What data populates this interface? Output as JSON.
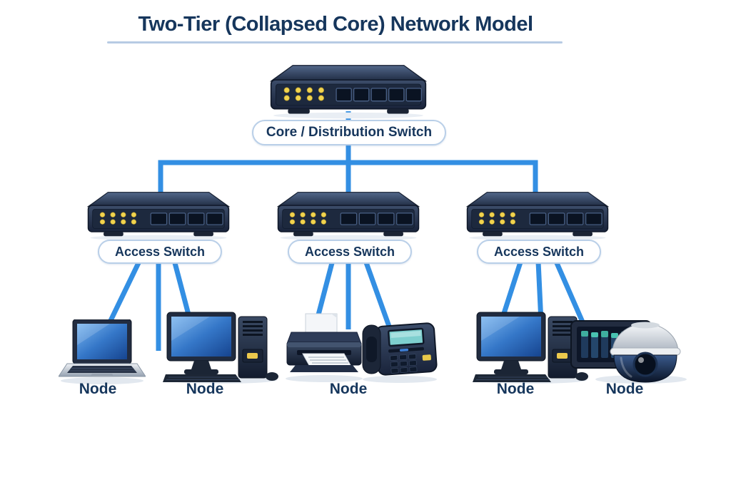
{
  "header": {
    "title": "Two-Tier (Collapsed Core) Network Model"
  },
  "colors": {
    "title_text": "#16365c",
    "label_text": "#16365c",
    "link_line": "#338fe3",
    "pill_border": "#b9cfe8",
    "pill_background": "#ffffff",
    "switch_body": "#1f2b42",
    "switch_led": "#f2d44e",
    "screen_blue": "#3577c8",
    "phone_lcd": "#7ecfcf"
  },
  "core_switch": {
    "label": "Core / Distribution Switch",
    "icon": "network-switch-icon"
  },
  "access_switches": [
    {
      "label": "Access Switch",
      "icon": "network-switch-icon"
    },
    {
      "label": "Access Switch",
      "icon": "network-switch-icon"
    },
    {
      "label": "Access Switch",
      "icon": "network-switch-icon"
    }
  ],
  "nodes": [
    {
      "label": "Node",
      "devices": [
        "laptop-icon"
      ]
    },
    {
      "label": "Node",
      "devices": [
        "desktop-computer-icon"
      ]
    },
    {
      "label": "Node",
      "devices": [
        "printer-icon",
        "ip-phone-icon"
      ]
    },
    {
      "label": "Node",
      "devices": [
        "desktop-computer-icon"
      ]
    },
    {
      "label": "Node",
      "devices": [
        "nvr-panel-icon",
        "security-camera-icon"
      ]
    }
  ]
}
